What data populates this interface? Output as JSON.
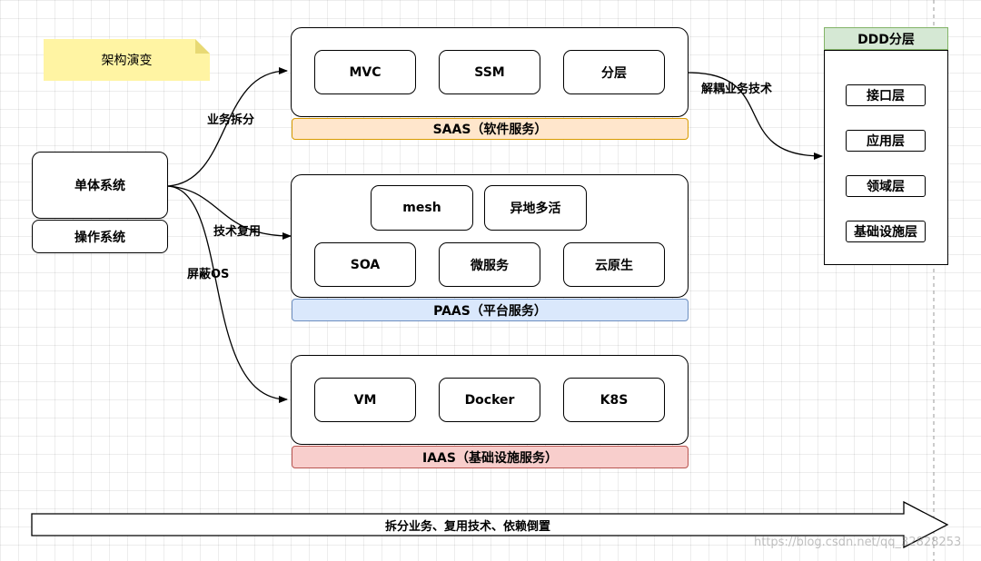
{
  "note": "架构演变",
  "left": {
    "mono": "单体系统",
    "os": "操作系统"
  },
  "edges": {
    "split": "业务拆分",
    "reuse": "技术复用",
    "shield": "屏蔽OS",
    "decouple": "解耦业务技术"
  },
  "saas": {
    "items": [
      "MVC",
      "SSM",
      "分层"
    ],
    "label": "SAAS（软件服务）"
  },
  "paas": {
    "top": [
      "mesh",
      "异地多活"
    ],
    "items": [
      "SOA",
      "微服务",
      "云原生"
    ],
    "label": "PAAS（平台服务）"
  },
  "iaas": {
    "items": [
      "VM",
      "Docker",
      "K8S"
    ],
    "label": "IAAS（基础设施服务）"
  },
  "ddd": {
    "title": "DDD分层",
    "layers": [
      "接口层",
      "应用层",
      "领域层",
      "基础设施层"
    ]
  },
  "bottom_arrow": "拆分业务、复用技术、依赖倒置",
  "watermark": "https://blog.csdn.net/qq_32828253",
  "colors": {
    "note_bg": "#fff4a3",
    "saas_bar": "#ffe6cc",
    "saas_border": "#d79b00",
    "paas_bar": "#dae8fc",
    "paas_border": "#6c8ebf",
    "iaas_bar": "#f8cecc",
    "iaas_border": "#b85450",
    "ddd_header": "#d5e8d4",
    "ddd_border": "#82b366"
  }
}
